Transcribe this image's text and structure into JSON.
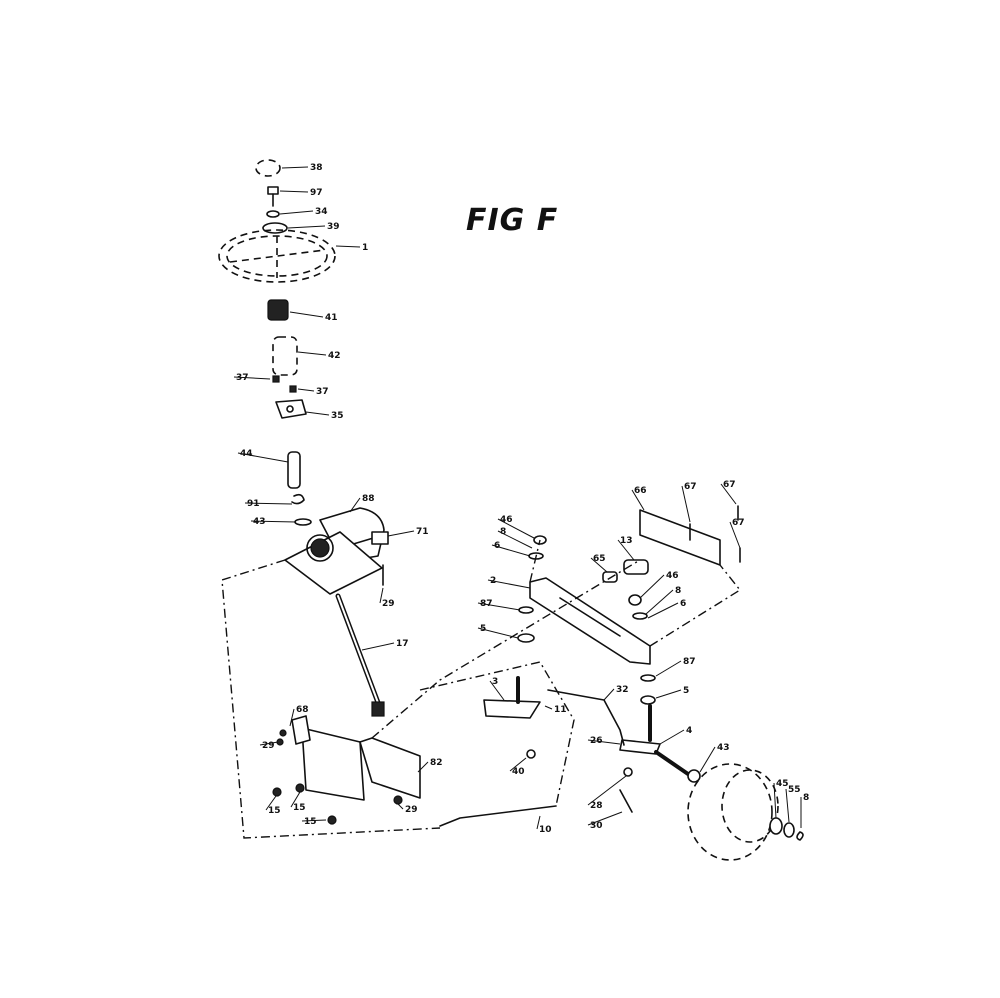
{
  "figure": {
    "title": "FIG F"
  },
  "callouts": [
    {
      "n": "38"
    },
    {
      "n": "97"
    },
    {
      "n": "34"
    },
    {
      "n": "39"
    },
    {
      "n": "1"
    },
    {
      "n": "41"
    },
    {
      "n": "42"
    },
    {
      "n": "37"
    },
    {
      "n": "37"
    },
    {
      "n": "35"
    },
    {
      "n": "44"
    },
    {
      "n": "91"
    },
    {
      "n": "88"
    },
    {
      "n": "43"
    },
    {
      "n": "71"
    },
    {
      "n": "29"
    },
    {
      "n": "17"
    },
    {
      "n": "68"
    },
    {
      "n": "29"
    },
    {
      "n": "82"
    },
    {
      "n": "15"
    },
    {
      "n": "15"
    },
    {
      "n": "29"
    },
    {
      "n": "15"
    },
    {
      "n": "10"
    },
    {
      "n": "46"
    },
    {
      "n": "8"
    },
    {
      "n": "6"
    },
    {
      "n": "2"
    },
    {
      "n": "87"
    },
    {
      "n": "5"
    },
    {
      "n": "3"
    },
    {
      "n": "11"
    },
    {
      "n": "40"
    },
    {
      "n": "32"
    },
    {
      "n": "26"
    },
    {
      "n": "28"
    },
    {
      "n": "30"
    },
    {
      "n": "66"
    },
    {
      "n": "67"
    },
    {
      "n": "67"
    },
    {
      "n": "67"
    },
    {
      "n": "13"
    },
    {
      "n": "65"
    },
    {
      "n": "46"
    },
    {
      "n": "8"
    },
    {
      "n": "6"
    },
    {
      "n": "87"
    },
    {
      "n": "5"
    },
    {
      "n": "4"
    },
    {
      "n": "43"
    },
    {
      "n": "45"
    },
    {
      "n": "55"
    },
    {
      "n": "8"
    }
  ]
}
